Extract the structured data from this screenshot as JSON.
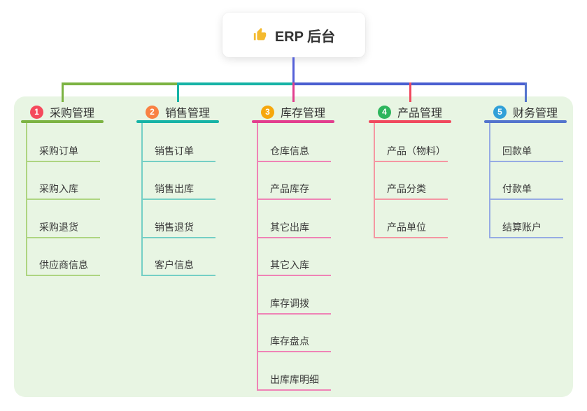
{
  "root": {
    "label": "ERP 后台",
    "icon": "thumbs-up-icon"
  },
  "colors": {
    "page_bg": "#ffffff",
    "panel_bg": "#e8f5e3",
    "root_connector": "#5560d8",
    "trunk_right": "#4a5ed0",
    "thumb_icon": "#f4ba2f",
    "header_text": "#303030",
    "child_text": "#3a3a3a"
  },
  "branches": [
    {
      "index": "1",
      "label": "采购管理",
      "badge_color": "#f5495c",
      "line_color": "#7cb342",
      "child_line_color": "#aed581",
      "children": [
        "采购订单",
        "采购入库",
        "采购退货",
        "供应商信息"
      ]
    },
    {
      "index": "2",
      "label": "销售管理",
      "badge_color": "#f98143",
      "line_color": "#16b3a6",
      "child_line_color": "#74cfc5",
      "children": [
        "销售订单",
        "销售出库",
        "销售退货",
        "客户信息"
      ]
    },
    {
      "index": "3",
      "label": "库存管理",
      "badge_color": "#f6a70c",
      "line_color": "#e23e8e",
      "child_line_color": "#ef83b6",
      "children": [
        "仓库信息",
        "产品库存",
        "其它出库",
        "其它入库",
        "库存调拨",
        "库存盘点",
        "出库库明细"
      ]
    },
    {
      "index": "4",
      "label": "产品管理",
      "badge_color": "#2db55d",
      "line_color": "#f0495e",
      "child_line_color": "#f596a2",
      "children": [
        "产品（物料）",
        "产品分类",
        "产品单位"
      ]
    },
    {
      "index": "5",
      "label": "财务管理",
      "badge_color": "#31a0d8",
      "line_color": "#5374cd",
      "child_line_color": "#96abe4",
      "children": [
        "回款单",
        "付款单",
        "结算账户"
      ]
    }
  ]
}
